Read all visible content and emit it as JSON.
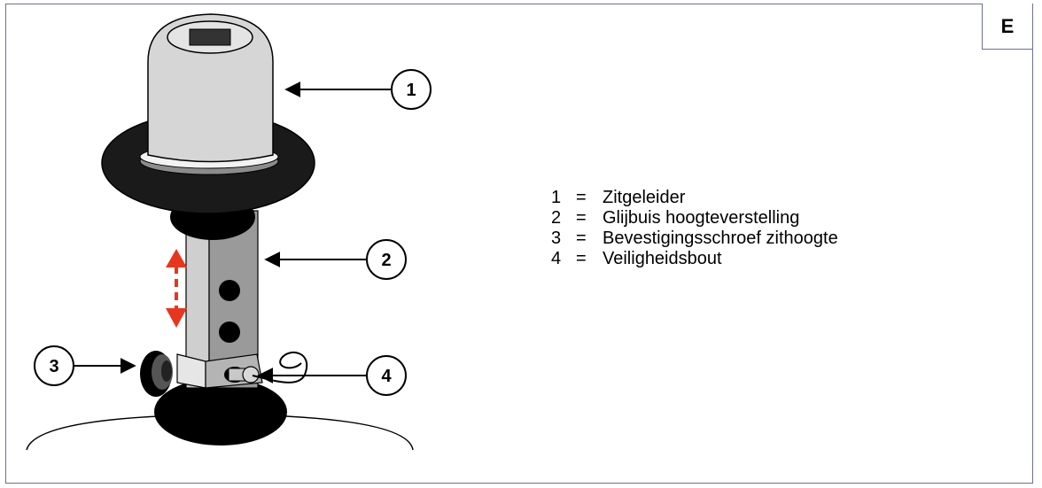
{
  "section_letter": "E",
  "callouts": [
    "1",
    "2",
    "3",
    "4"
  ],
  "legend": [
    {
      "number": "1",
      "sep": "=",
      "label": "Zitgeleider"
    },
    {
      "number": "2",
      "sep": "=",
      "label": "Glijbuis hoogteverstelling"
    },
    {
      "number": "3",
      "sep": "=",
      "label": "Bevestigingsschroef zithoogte"
    },
    {
      "number": "4",
      "sep": "=",
      "label": "Veiligheidsbout"
    }
  ]
}
